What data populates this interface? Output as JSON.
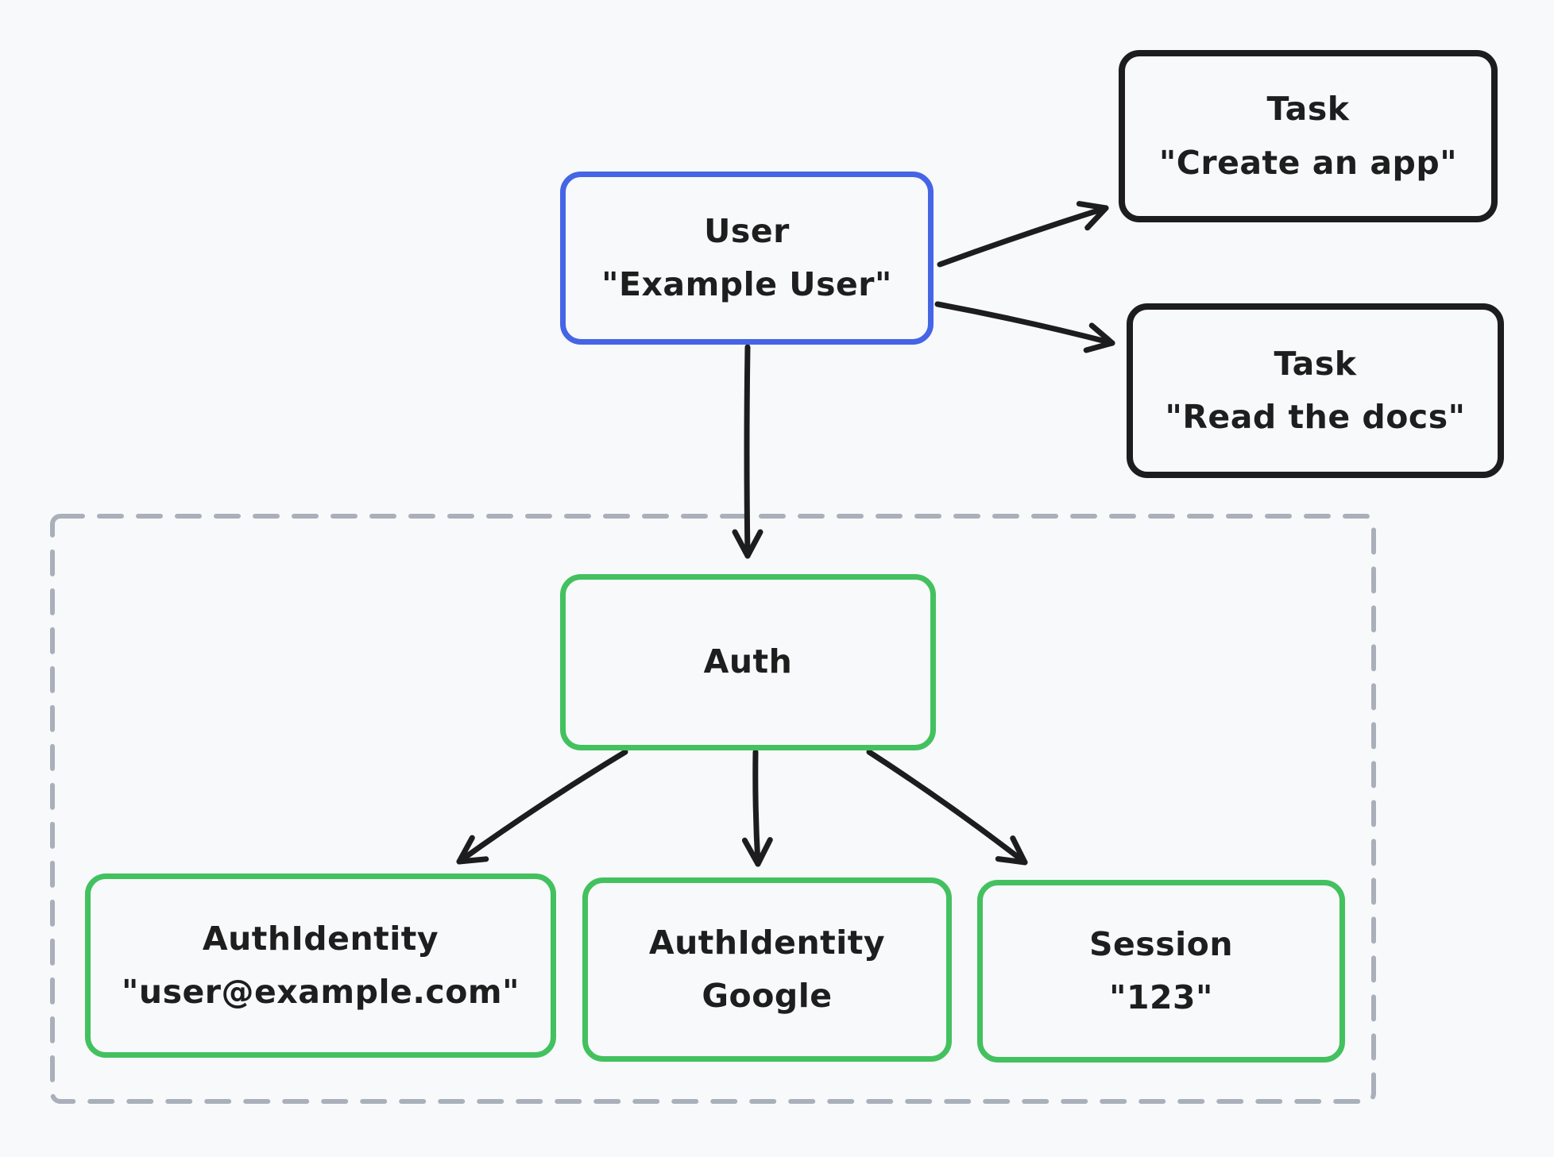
{
  "canvas": {
    "background": "#f8f9fb"
  },
  "colors": {
    "blue": "#4565e6",
    "green": "#43c15f",
    "black": "#1d1d1f",
    "dashed_gray": "#a9b0ba",
    "text": "#1e1e1e"
  },
  "nodes": {
    "user": {
      "line1": "User",
      "line2": "\"Example User\""
    },
    "task_create": {
      "line1": "Task",
      "line2": "\"Create an app\""
    },
    "task_read": {
      "line1": "Task",
      "line2": "\"Read the docs\""
    },
    "auth": {
      "line1": "Auth"
    },
    "auth_identity_email": {
      "line1": "AuthIdentity",
      "line2": "\"user@example.com\""
    },
    "auth_identity_google": {
      "line1": "AuthIdentity",
      "line2": "Google"
    },
    "session": {
      "line1": "Session",
      "line2": "\"123\""
    }
  },
  "edges": [
    {
      "from": "user",
      "to": "task_create"
    },
    {
      "from": "user",
      "to": "task_read"
    },
    {
      "from": "user",
      "to": "auth"
    },
    {
      "from": "auth",
      "to": "auth_identity_email"
    },
    {
      "from": "auth",
      "to": "auth_identity_google"
    },
    {
      "from": "auth",
      "to": "session"
    }
  ]
}
